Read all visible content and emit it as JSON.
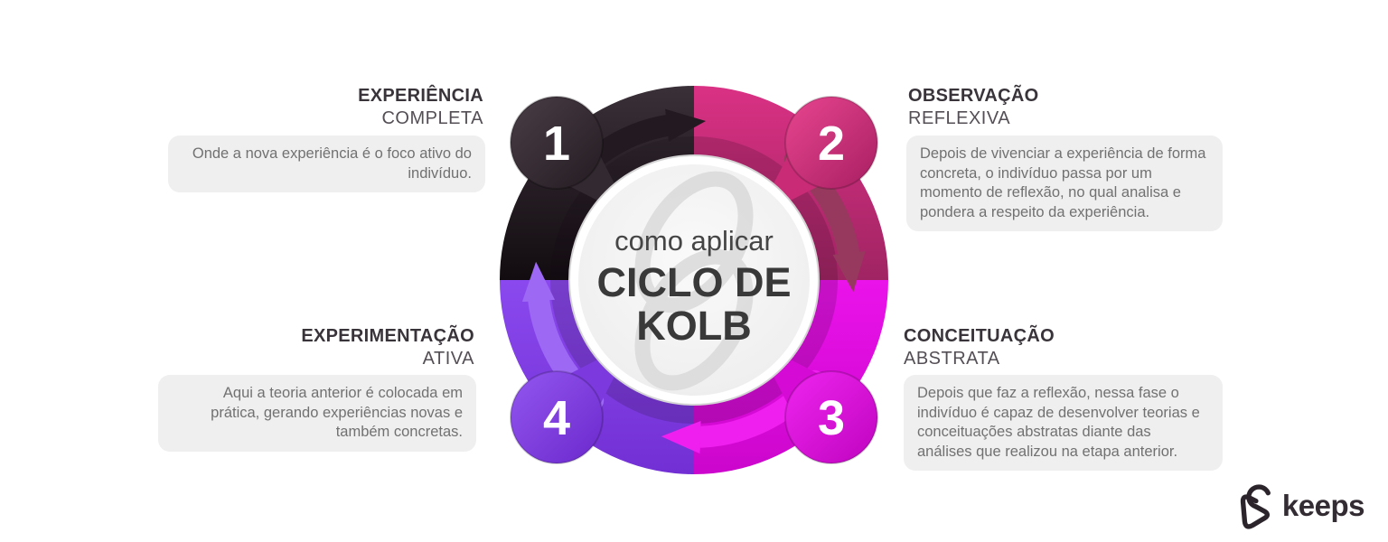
{
  "center": {
    "kicker": "como aplicar",
    "title_line1": "CICLO DE",
    "title_line2": "KOLB"
  },
  "stages": [
    {
      "number": "1",
      "title": "EXPERIÊNCIA",
      "subtitle": "COMPLETA",
      "description": "Onde a nova experiência é o foco ativo do indivíduo.",
      "color": "#332a31"
    },
    {
      "number": "2",
      "title": "OBSERVAÇÃO",
      "subtitle": "REFLEXIVA",
      "description": "Depois de vivenciar a experiência de forma concreta, o indivíduo passa por um momento de reflexão, no qual analisa e pondera a respeito da experiência.",
      "color": "#c92b77"
    },
    {
      "number": "3",
      "title": "CONCEITUAÇÃO",
      "subtitle": "ABSTRATA",
      "description": "Depois que faz a reflexão, nessa fase o indivíduo é capaz de desenvolver teorias e conceituações abstratas diante das análises que realizou na etapa anterior.",
      "color": "#d50bd5"
    },
    {
      "number": "4",
      "title": "EXPERIMENTAÇÃO",
      "subtitle": "ATIVA",
      "description": "Aqui a teoria anterior é colocada em prática, gerando experiências novas e também concretas.",
      "color": "#7c3ade"
    }
  ],
  "brand": {
    "logo_text": "keeps"
  },
  "colors": {
    "quadrant_1_dark": "#332a31",
    "quadrant_2_pink": "#d02b7e",
    "quadrant_3_magenta": "#d90bd9",
    "quadrant_4_purple": "#7c3ade",
    "arrow_top": "#221a20",
    "arrow_right": "#97395f",
    "arrow_bottom": "#ef1fef",
    "arrow_left": "#9d68f4",
    "box_bg": "#efefef",
    "heading_text": "#39343a",
    "body_text": "#717171",
    "center_disc": "#ececec"
  }
}
